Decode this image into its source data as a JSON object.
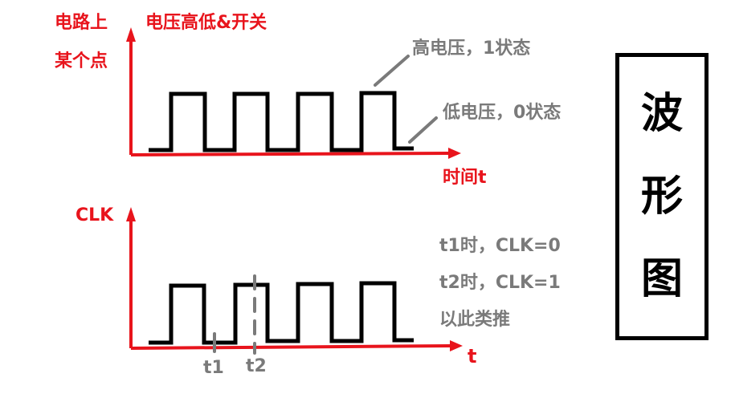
{
  "colors": {
    "axis": "#e8141c",
    "waveform": "#000000",
    "annotation": "#7a7a7a",
    "label_red": "#e8141c"
  },
  "top_diagram": {
    "y_label_line1": "电路上",
    "y_label_line2": "某个点",
    "y_title": "电压高低&开关",
    "x_label": "时间t",
    "annotation_high": "高电压，1状态",
    "annotation_low": "低电压，0状态",
    "waveform_levels": [
      0,
      1,
      0,
      1,
      0,
      1,
      0,
      1,
      0
    ]
  },
  "bottom_diagram": {
    "y_label": "CLK",
    "x_label": "t",
    "marker_t1": "t1",
    "marker_t2": "t2",
    "note_line1": "t1时，CLK=0",
    "note_line2": "t2时，CLK=1",
    "note_line3": "以此类推",
    "waveform_levels": [
      0,
      1,
      0,
      1,
      0,
      1,
      0,
      1,
      0
    ]
  },
  "title_box": {
    "chars": [
      "波",
      "形",
      "图"
    ]
  }
}
